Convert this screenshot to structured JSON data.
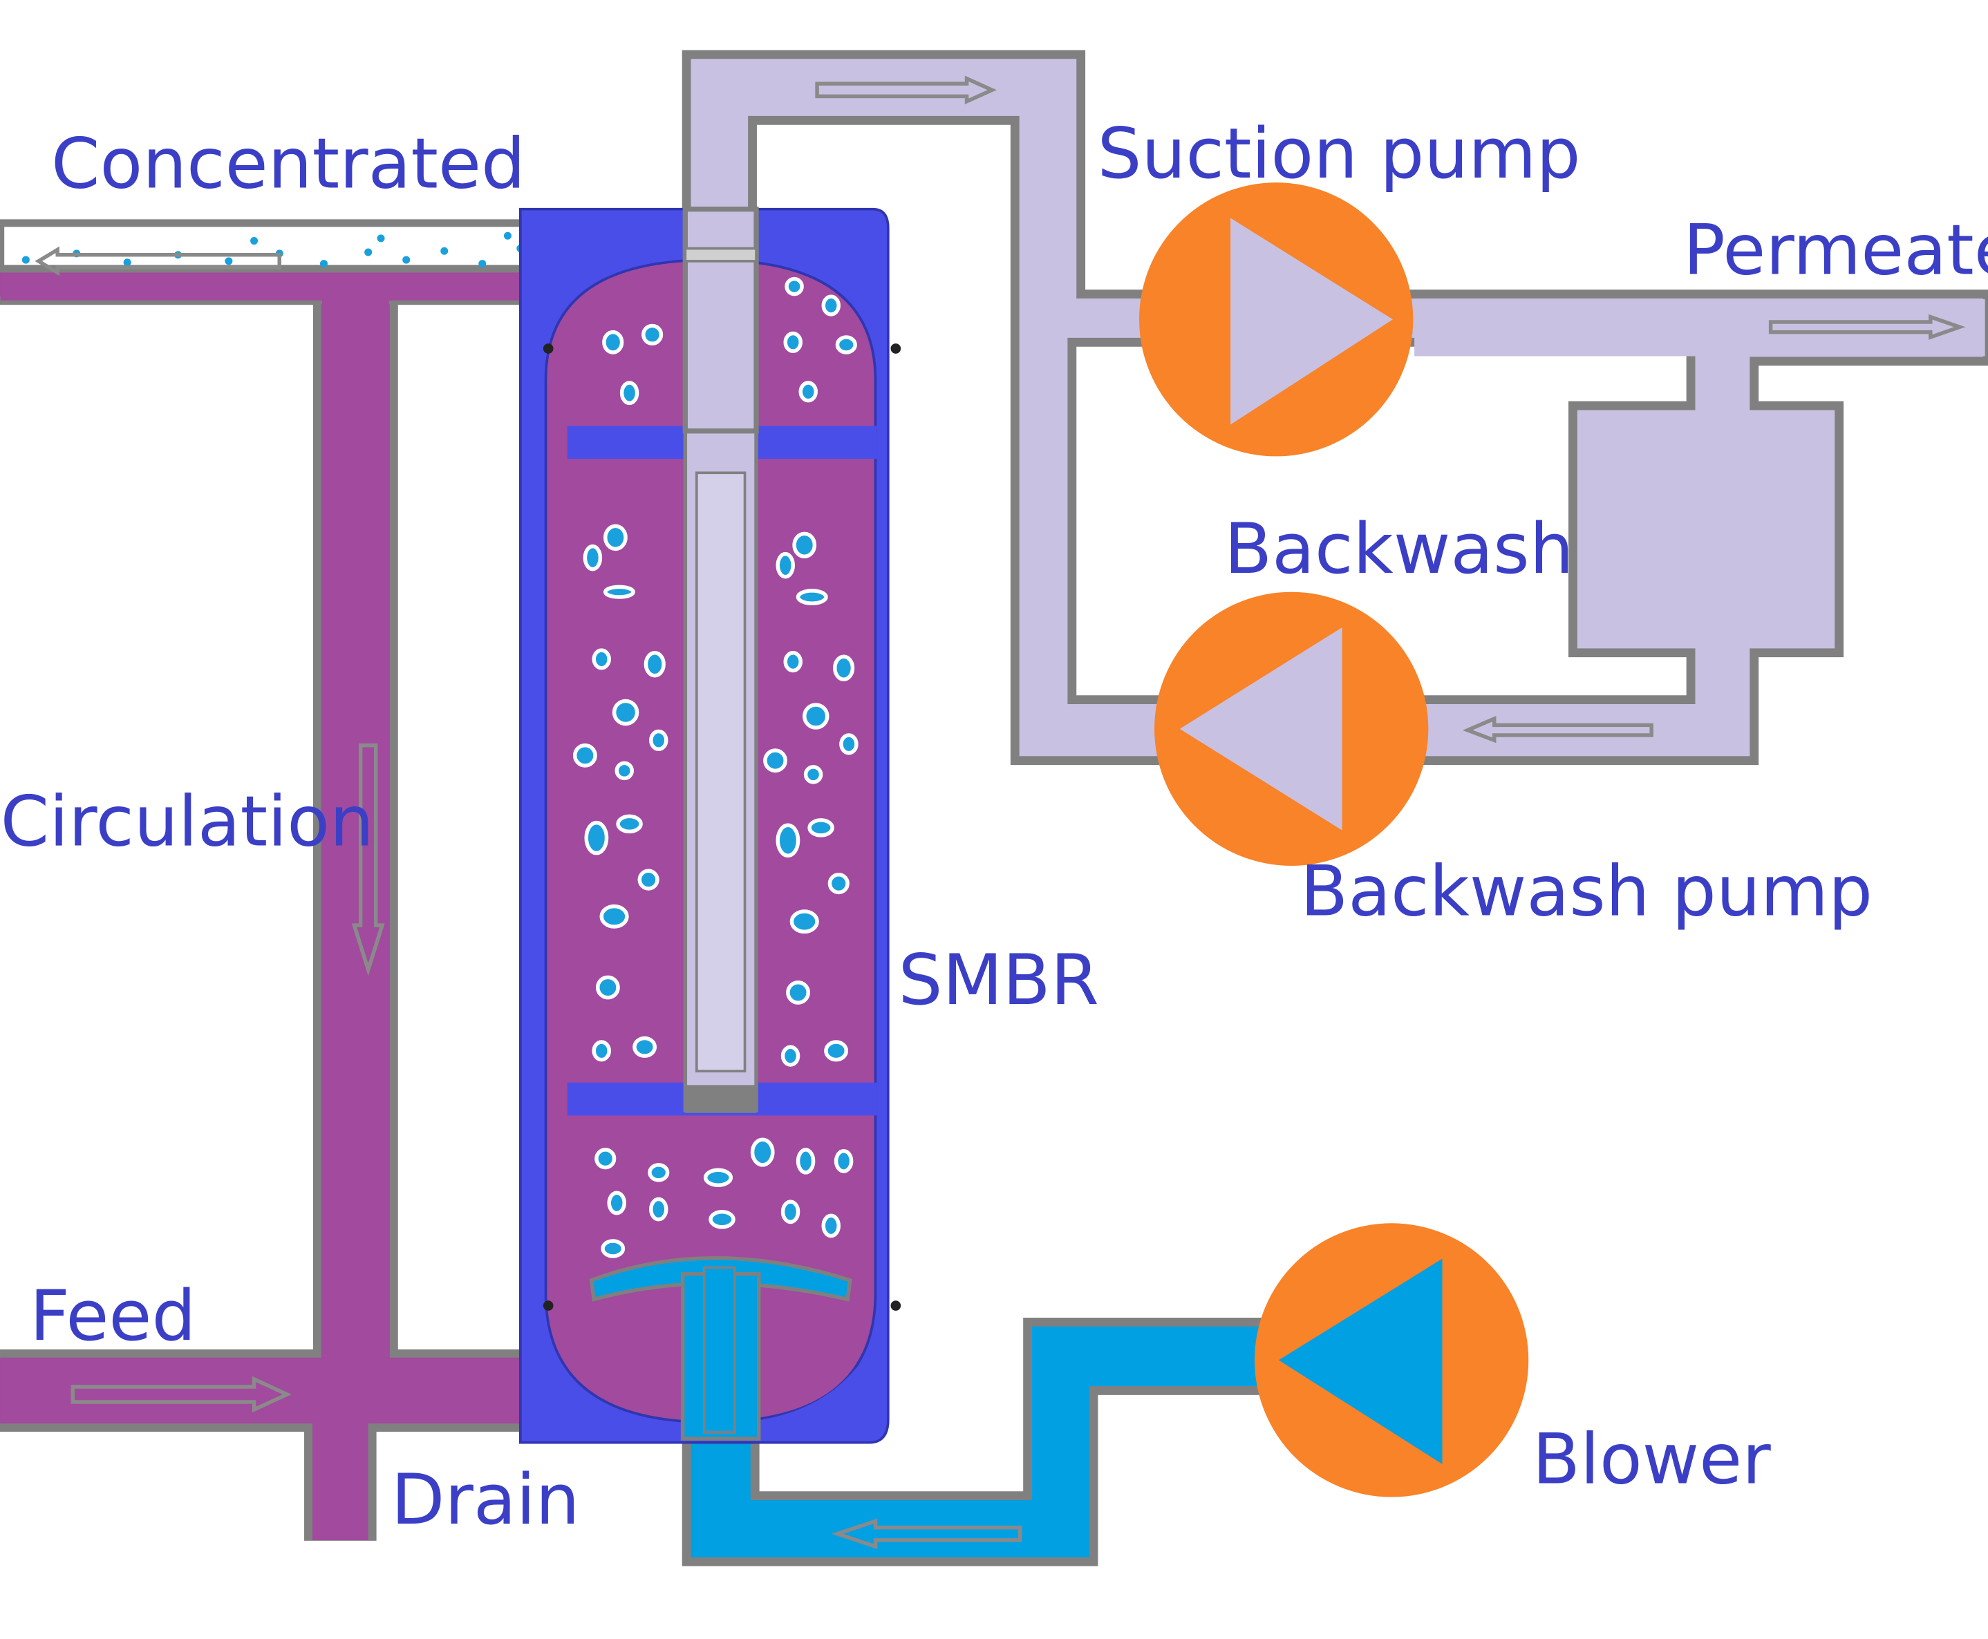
{
  "labels": {
    "concentrated": "Concentrated",
    "suction_pump": "Suction pump",
    "permeate": "Permeate",
    "backwash": "Backwash",
    "circulation": "Circulation",
    "backwash_pump": "Backwash pump",
    "smbr": "SMBR",
    "feed": "Feed",
    "drain": "Drain",
    "blower": "Blower"
  },
  "colors": {
    "label_text": "#3b3fc6",
    "sludge": "#a14a9e",
    "permeate_fluid": "#c8c1e2",
    "air_fluid": "#00a0e3",
    "pipe_wall": "#808080",
    "vessel_shell": "#4a4ee8",
    "pump_body": "#f88328",
    "bubble": "#1aa0dc",
    "arrow": "#8a8a8a"
  },
  "icons": {
    "suction_pump": "pump-right-icon",
    "backwash_pump": "pump-left-icon",
    "blower": "blower-icon",
    "arrow": "flow-arrow-icon"
  }
}
